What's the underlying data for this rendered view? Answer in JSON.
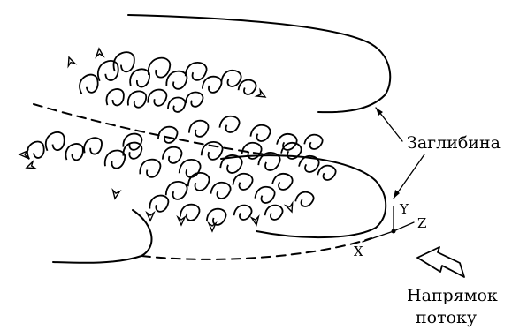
{
  "labels": {
    "recess": "Заглибина",
    "flow_direction_line1": "Напрямок",
    "flow_direction_line2": "потоку"
  },
  "axes": {
    "x": "X",
    "y": "Y",
    "z": "Z"
  }
}
